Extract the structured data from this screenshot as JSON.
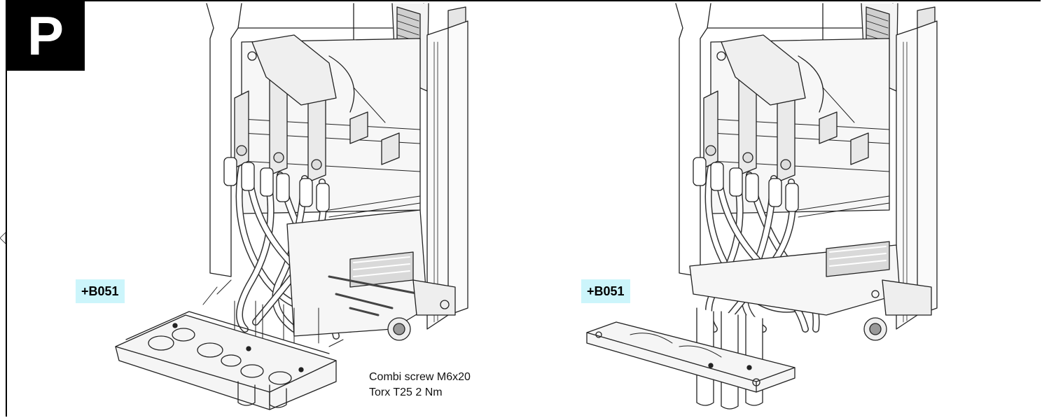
{
  "step": {
    "letter": "P"
  },
  "left_view": {
    "option_label": "+B051"
  },
  "right_view": {
    "option_label": "+B051"
  },
  "callout": {
    "line1": "Combi screw M6x20",
    "line2": "Torx T25 2 Nm"
  }
}
